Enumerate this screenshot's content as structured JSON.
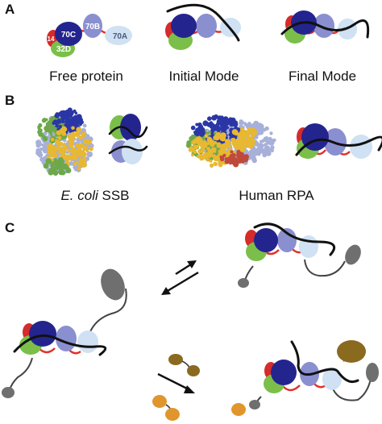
{
  "panels": {
    "a": {
      "letter": "A",
      "domain_labels": {
        "d14": "14",
        "d70c": "70C",
        "d70b": "70B",
        "d70a": "70A",
        "d32d": "32D"
      },
      "captions": [
        "Free protein",
        "Initial Mode",
        "Final Mode"
      ]
    },
    "b": {
      "letter": "B",
      "caption_ssb_italic": "E. coli",
      "caption_ssb_rest": " SSB",
      "caption_rpa": "Human RPA"
    },
    "c": {
      "letter": "C"
    }
  },
  "colors": {
    "d70c": "#24248f",
    "d70b": "#8a8fd0",
    "d70a": "#cfe1f3",
    "d32d": "#7bbf4a",
    "d14": "#d52b2b",
    "linker": "#e0302a",
    "dna": "#111111",
    "tether": "#444444",
    "grey_ball": "#6f6f6f",
    "brown_ball": "#8a6a1e",
    "orange_ball": "#e0962c",
    "surface_blue": "#2a36a6",
    "surface_lavender": "#a7b0d8",
    "surface_gold": "#e8b830",
    "surface_green": "#6ea84a",
    "surface_red": "#c04a3a"
  }
}
